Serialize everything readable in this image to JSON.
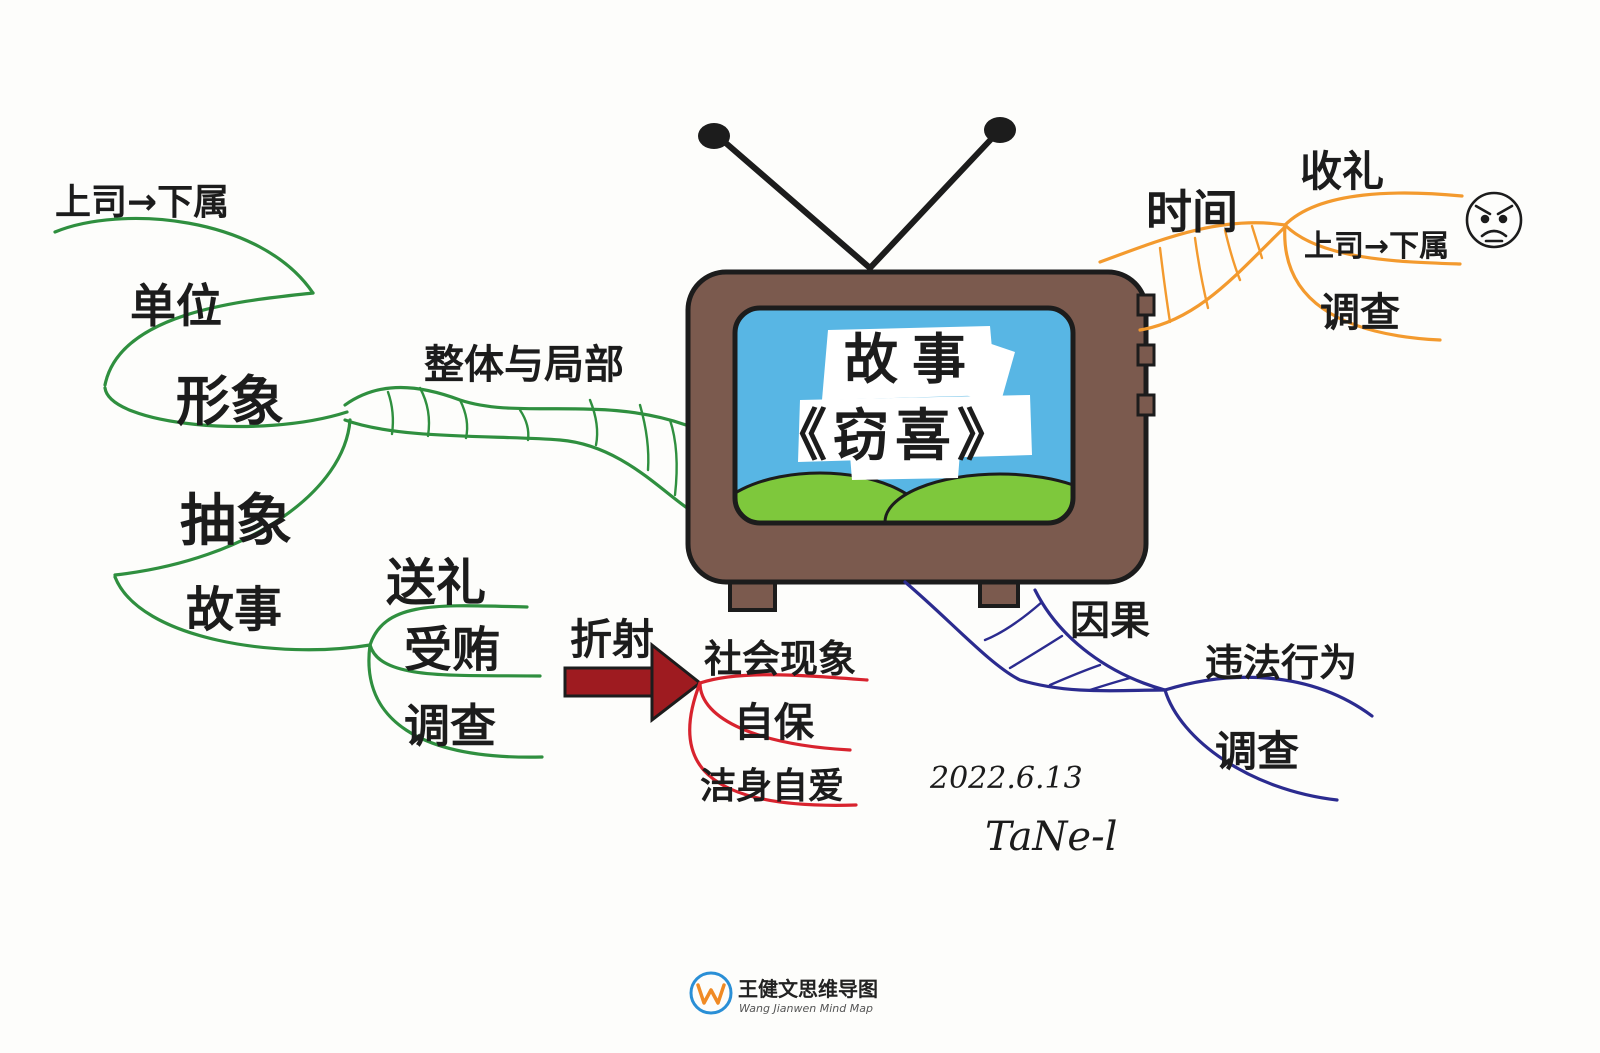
{
  "title": {
    "line1": "故事",
    "line2": "《窃喜》"
  },
  "branches": {
    "green": {
      "label": "整体与局部",
      "image": "形象",
      "image_sub": "单位",
      "image_sub2": "上司→下属",
      "abstract": "抽象",
      "story": "故事",
      "story_items": [
        "送礼",
        "受贿",
        "调查"
      ]
    },
    "orange": {
      "label": "时间",
      "items": [
        "收礼",
        "上司→下属",
        "调查"
      ],
      "face_icon": "angry-face-icon"
    },
    "red": {
      "label": "折射",
      "items": [
        "社会现象",
        "自保",
        "洁身自爱"
      ]
    },
    "blue": {
      "label": "因果",
      "items": [
        "违法行为",
        "调查"
      ]
    }
  },
  "date": "2022.6.13",
  "signature": "TaNe-l",
  "logo": {
    "name": "王健文思维导图",
    "subtitle": "Wang Jianwen Mind Map",
    "icon": "w-logo-icon"
  },
  "colors": {
    "green": "#2f8f3f",
    "orange": "#f39a2e",
    "red": "#d8232e",
    "blue": "#2b2b8f",
    "brown": "#7b5a4e",
    "sky": "#58b6e4",
    "hill": "#7ec83c"
  }
}
